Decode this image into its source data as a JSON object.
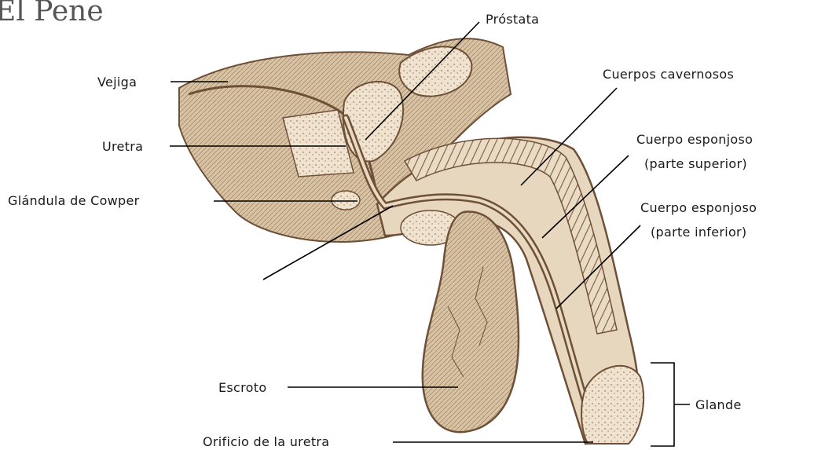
{
  "title": "El Pene",
  "labels": {
    "prostata": "Próstata",
    "vejiga": "Vejiga",
    "cuerpos_cavernosos": "Cuerpos cavernosos",
    "uretra": "Uretra",
    "cuerpo_esponjoso_sup_1": "Cuerpo esponjoso",
    "cuerpo_esponjoso_sup_2": "(parte superior)",
    "glandula_cowper": "Glándula de Cowper",
    "cuerpo_esponjoso_inf_1": "Cuerpo esponjoso",
    "cuerpo_esponjoso_inf_2": "(parte inferior)",
    "escroto": "Escroto",
    "glande": "Glande",
    "orificio_uretra": "Orificio de la uretra"
  },
  "colors": {
    "tissue_light": "#f1e6d6",
    "tissue_mid": "#d8c3a4",
    "tissue_dark": "#9c7a58",
    "outline": "#6e5038"
  }
}
